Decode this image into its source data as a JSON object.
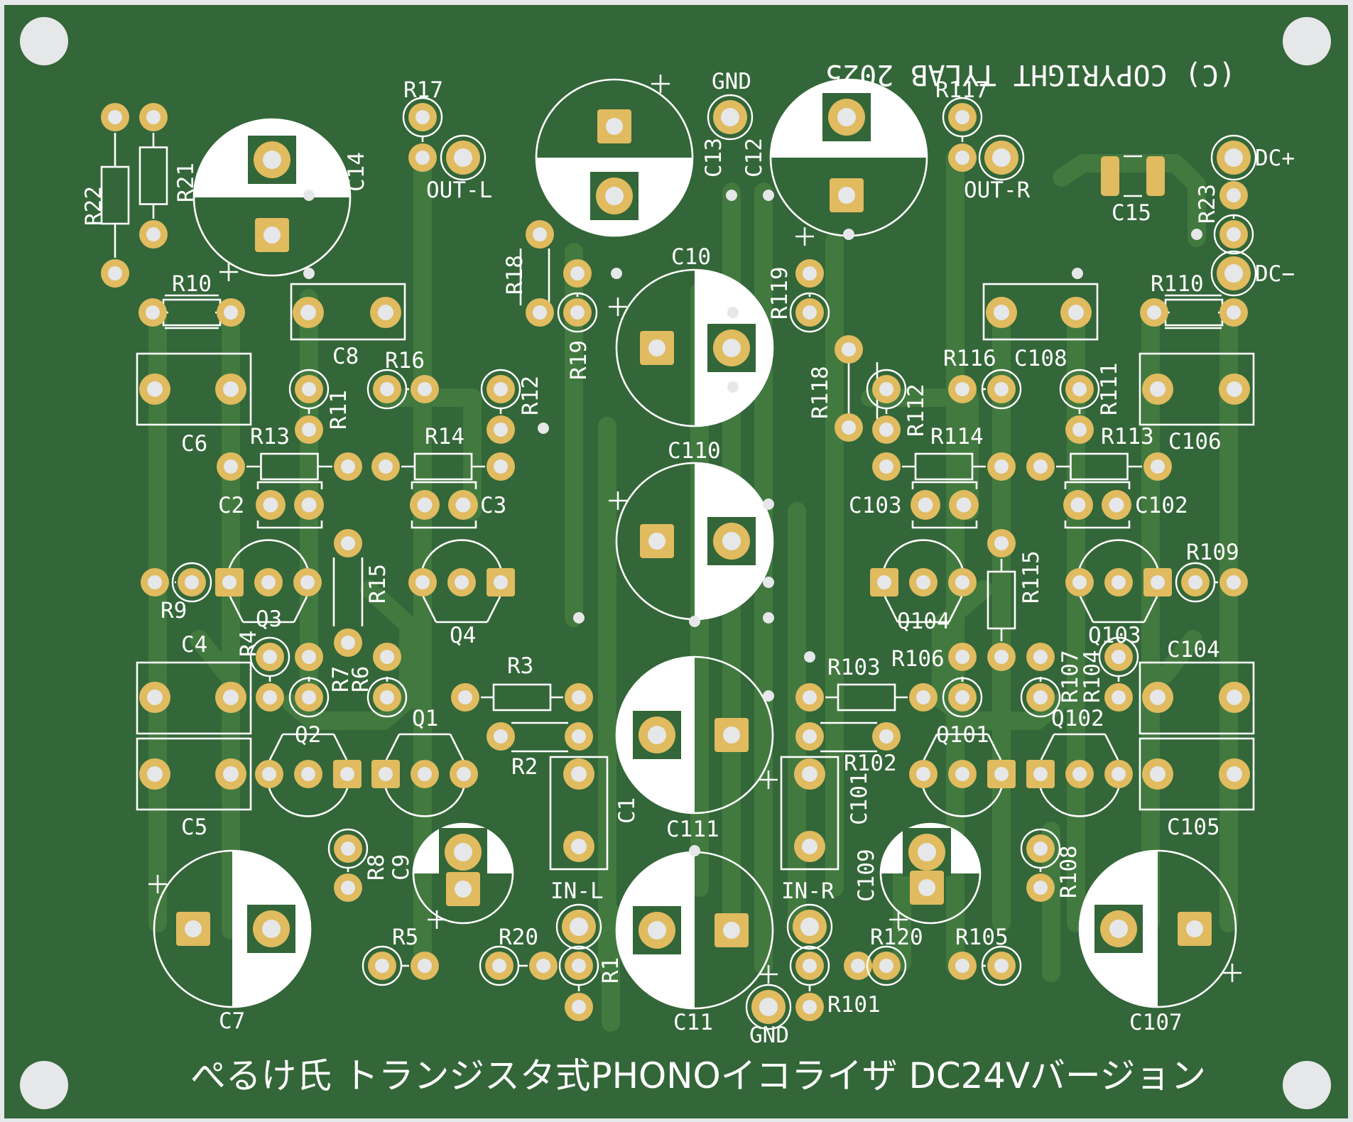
{
  "board": {
    "name": "Transistor PHONO equalizer PCB (DC24V)",
    "title": "ぺるけ氏 トランジスタ式PHONOイコライザ DC24Vバージョン",
    "copyright_mirrored": "(C) COPYRIGHT TYLAB 2025",
    "colors": {
      "background": "#e6e7e8",
      "soldermask": "#336638",
      "trace": "#42793f",
      "pad": "#e0bb5f",
      "drill": "#e6e7e8",
      "silkscreen": "#ffffff",
      "mounting_hole": "#e6e7e8"
    }
  },
  "connectors": [
    {
      "id": "out_l",
      "label": "OUT-L"
    },
    {
      "id": "out_r",
      "label": "OUT-R"
    },
    {
      "id": "gnd_top",
      "label": "GND"
    },
    {
      "id": "gnd_bottom",
      "label": "GND"
    },
    {
      "id": "dc_plus",
      "label": "DC+"
    },
    {
      "id": "dc_minus",
      "label": "DC−"
    },
    {
      "id": "in_l",
      "label": "IN-L"
    },
    {
      "id": "in_r",
      "label": "IN-R"
    }
  ],
  "components": {
    "resistors": [
      "R1",
      "R2",
      "R3",
      "R4",
      "R5",
      "R6",
      "R7",
      "R8",
      "R9",
      "R10",
      "R11",
      "R12",
      "R13",
      "R14",
      "R15",
      "R16",
      "R17",
      "R18",
      "R19",
      "R20",
      "R21",
      "R22",
      "R23",
      "R101",
      "R102",
      "R103",
      "R104",
      "R105",
      "R106",
      "R107",
      "R108",
      "R109",
      "R110",
      "R111",
      "R112",
      "R113",
      "R114",
      "R115",
      "R116",
      "R117",
      "R118",
      "R119",
      "R120"
    ],
    "capacitors_film": [
      "C1",
      "C2",
      "C3",
      "C4",
      "C5",
      "C6",
      "C8",
      "C101",
      "C102",
      "C103",
      "C104",
      "C105",
      "C106",
      "C108"
    ],
    "capacitors_electrolytic": [
      "C7",
      "C9",
      "C10",
      "C11",
      "C12",
      "C13",
      "C14",
      "C107",
      "C109",
      "C110",
      "C111"
    ],
    "capacitors_smd": [
      "C15"
    ],
    "transistors": [
      "Q1",
      "Q2",
      "Q3",
      "Q4",
      "Q101",
      "Q102",
      "Q103",
      "Q104"
    ]
  },
  "labels": {
    "R22": "R22",
    "R21": "R21",
    "C14": "C14",
    "R17": "R17",
    "OUTL": "OUT-L",
    "GND1": "GND",
    "C13": "C13",
    "C12": "C12",
    "R117": "R117",
    "OUTR": "OUT-R",
    "C15": "C15",
    "R23": "R23",
    "DCP": "DC+",
    "DCM": "DC−",
    "R10": "R10",
    "C8": "C8",
    "R18": "R18",
    "R19": "R19",
    "C10": "C10",
    "R119": "R119",
    "R110": "R110",
    "C6": "C6",
    "R16": "R16",
    "R11": "R11",
    "R12": "R12",
    "R118": "R118",
    "R112": "R112",
    "R116": "R116",
    "C108": "C108",
    "R111": "R111",
    "C106": "C106",
    "R13": "R13",
    "R14": "R14",
    "R114": "R114",
    "R113": "R113",
    "C2": "C2",
    "C3": "C3",
    "C110": "C110",
    "C103": "C103",
    "C102": "C102",
    "R9": "R9",
    "Q3": "Q3",
    "R15": "R15",
    "Q4": "Q4",
    "Q104": "Q104",
    "R115": "R115",
    "Q103": "Q103",
    "R109": "R109",
    "C4": "C4",
    "R4": "R4",
    "R7": "R7",
    "R6": "R6",
    "R3": "R3",
    "R103": "R103",
    "R106": "R106",
    "R107": "R107",
    "R104": "R104",
    "C104": "C104",
    "Q2": "Q2",
    "Q1": "Q1",
    "R2": "R2",
    "R102": "R102",
    "Q101": "Q101",
    "Q102": "Q102",
    "C1": "C1",
    "C101": "C101",
    "C5": "C5",
    "C111": "C111",
    "C105": "C105",
    "R8": "R8",
    "C9": "C9",
    "INL": "IN-L",
    "INR": "IN-R",
    "C109": "C109",
    "R108": "R108",
    "R5": "R5",
    "R20": "R20",
    "R1": "R1",
    "R120": "R120",
    "R105": "R105",
    "R101": "R101",
    "C7": "C7",
    "C11": "C11",
    "GND2": "GND",
    "C107": "C107"
  }
}
